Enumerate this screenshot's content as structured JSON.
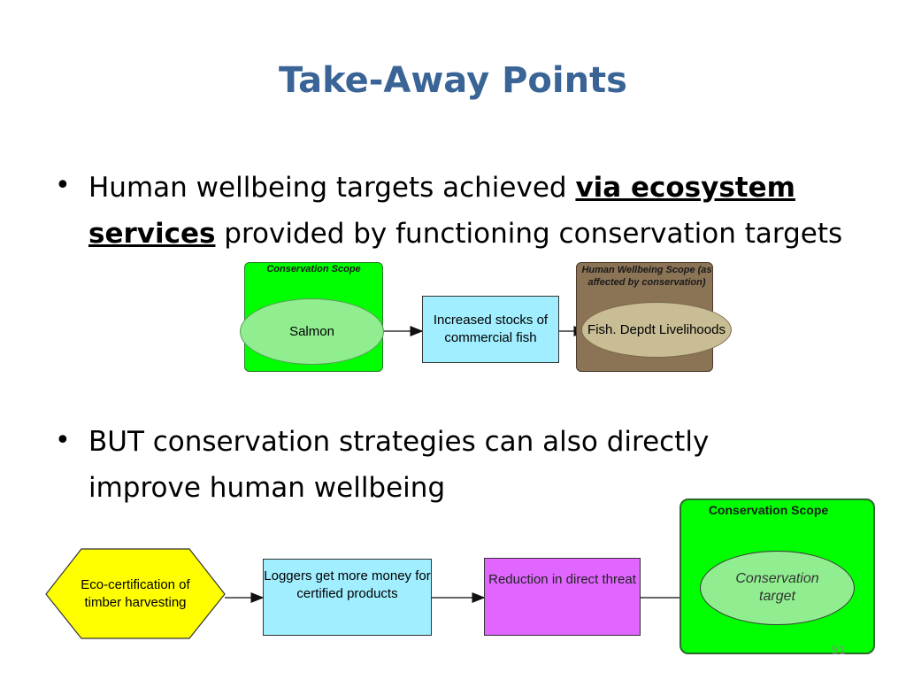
{
  "slide": {
    "title": "Take-Away Points",
    "bullets": [
      {
        "text_before": "Human wellbeing targets achieved ",
        "emphasis": "via ecosystem services",
        "text_after": " provided by functioning conservation targets"
      },
      {
        "text": "BUT conservation strategies can also directly improve human wellbeing"
      }
    ],
    "page_number": "51"
  },
  "diagram_top": {
    "scope_label": "Conservation Scope",
    "target_label": "Salmon",
    "service_label": "Increased stocks of commercial fish",
    "hw_scope_label": "Human Wellbeing Scope (as affected by conservation)",
    "hw_target_label": "Fish.  Depdt Livelihoods"
  },
  "diagram_bottom": {
    "strategy_label": "Eco-certification of timber harvesting",
    "result_label": "Loggers get more money for certified products",
    "threat_label": "Reduction in direct threat",
    "scope_label": "Conservation Scope",
    "target_label": "Conservation target"
  },
  "colors": {
    "title": "#3a6496",
    "scope_green": "#00ff00",
    "ellipse_green": "#90ee90",
    "hw_brown": "#8b7355",
    "hw_ellipse": "#c8bd94",
    "service_blue": "#a0eeff",
    "strategy_yellow": "#ffff00",
    "threat_magenta": "#e066ff"
  }
}
